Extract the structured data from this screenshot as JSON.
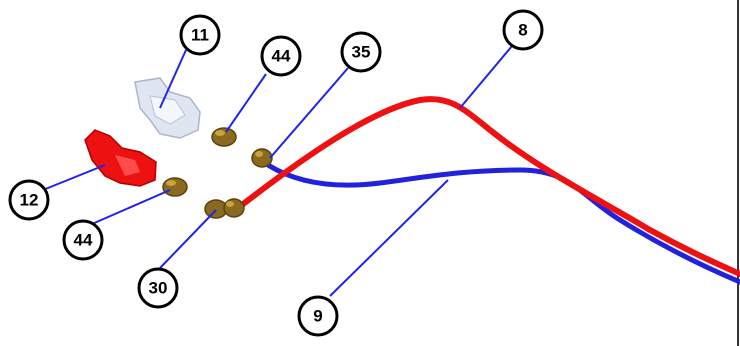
{
  "colors": {
    "red_hose": "#ee1111",
    "blue_hose": "#2222dd",
    "leader": "#2222ee",
    "fitting": "#8a6a1e",
    "red_part": "#ee1111",
    "white_part": "#dfe6f2"
  },
  "callouts": [
    {
      "id": "c11",
      "label": "11"
    },
    {
      "id": "c44a",
      "label": "44"
    },
    {
      "id": "c35",
      "label": "35"
    },
    {
      "id": "c8",
      "label": "8"
    },
    {
      "id": "c12",
      "label": "12"
    },
    {
      "id": "c44b",
      "label": "44"
    },
    {
      "id": "c30",
      "label": "30"
    },
    {
      "id": "c9",
      "label": "9"
    }
  ]
}
